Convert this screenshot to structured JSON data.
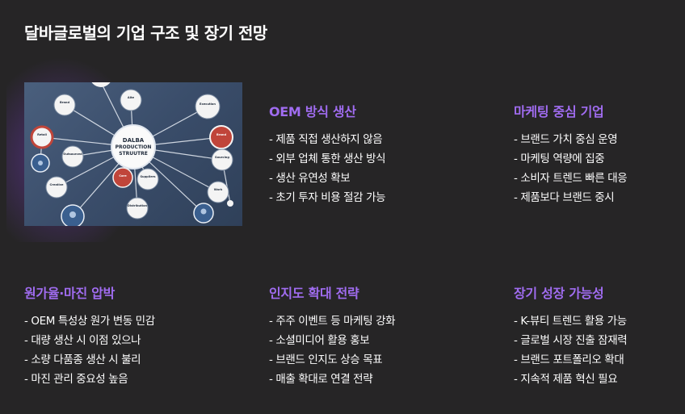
{
  "page": {
    "title": "달바글로벌의 기업 구조 및 장기 전망"
  },
  "diagram": {
    "center_label_1": "DALBA",
    "center_label_2": "PRODUCTION",
    "center_label_3": "STRUUTRE",
    "nodes": [
      "Brand",
      "Alte",
      "Execution",
      "Retail",
      "Brand",
      "Outsourced",
      "Sourcing",
      "Creative",
      "Core",
      "Suppliers",
      "Distribution",
      "Work"
    ]
  },
  "sections": [
    {
      "title": "OEM 방식 생산",
      "items": [
        "- 제품 직접 생산하지 않음",
        "- 외부 업체 통한 생산 방식",
        "- 생산 유연성 확보",
        "- 초기 투자 비용 절감 가능"
      ]
    },
    {
      "title": "마케팅 중심 기업",
      "items": [
        "- 브랜드 가치 중심 운영",
        "- 마케팅 역량에 집중",
        "- 소비자 트렌드 빠른 대응",
        "- 제품보다 브랜드 중시"
      ]
    },
    {
      "title": "원가율·마진 압박",
      "items": [
        "- OEM 특성상 원가 변동 민감",
        "- 대량 생산 시 이점 있으나",
        "- 소량 다품종 생산 시 불리",
        "- 마진 관리 중요성 높음"
      ]
    },
    {
      "title": "인지도 확대 전략",
      "items": [
        "- 주주 이벤트 등 마케팅 강화",
        "- 소셜미디어 활용 홍보",
        "- 브랜드 인지도 상승 목표",
        "- 매출 확대로 연결 전략"
      ]
    },
    {
      "title": "장기 성장 가능성",
      "items": [
        "- K-뷰티 트렌드 활용 가능",
        "- 글로벌 시장 진출 잠재력",
        "- 브랜드 포트폴리오 확대",
        "- 지속적 제품 혁신 필요"
      ]
    }
  ],
  "colors": {
    "background": "#262526",
    "accent": "#a06cf0",
    "text": "#ffffff",
    "node_red": "#c0453a",
    "node_blue": "#3a5f8f"
  }
}
